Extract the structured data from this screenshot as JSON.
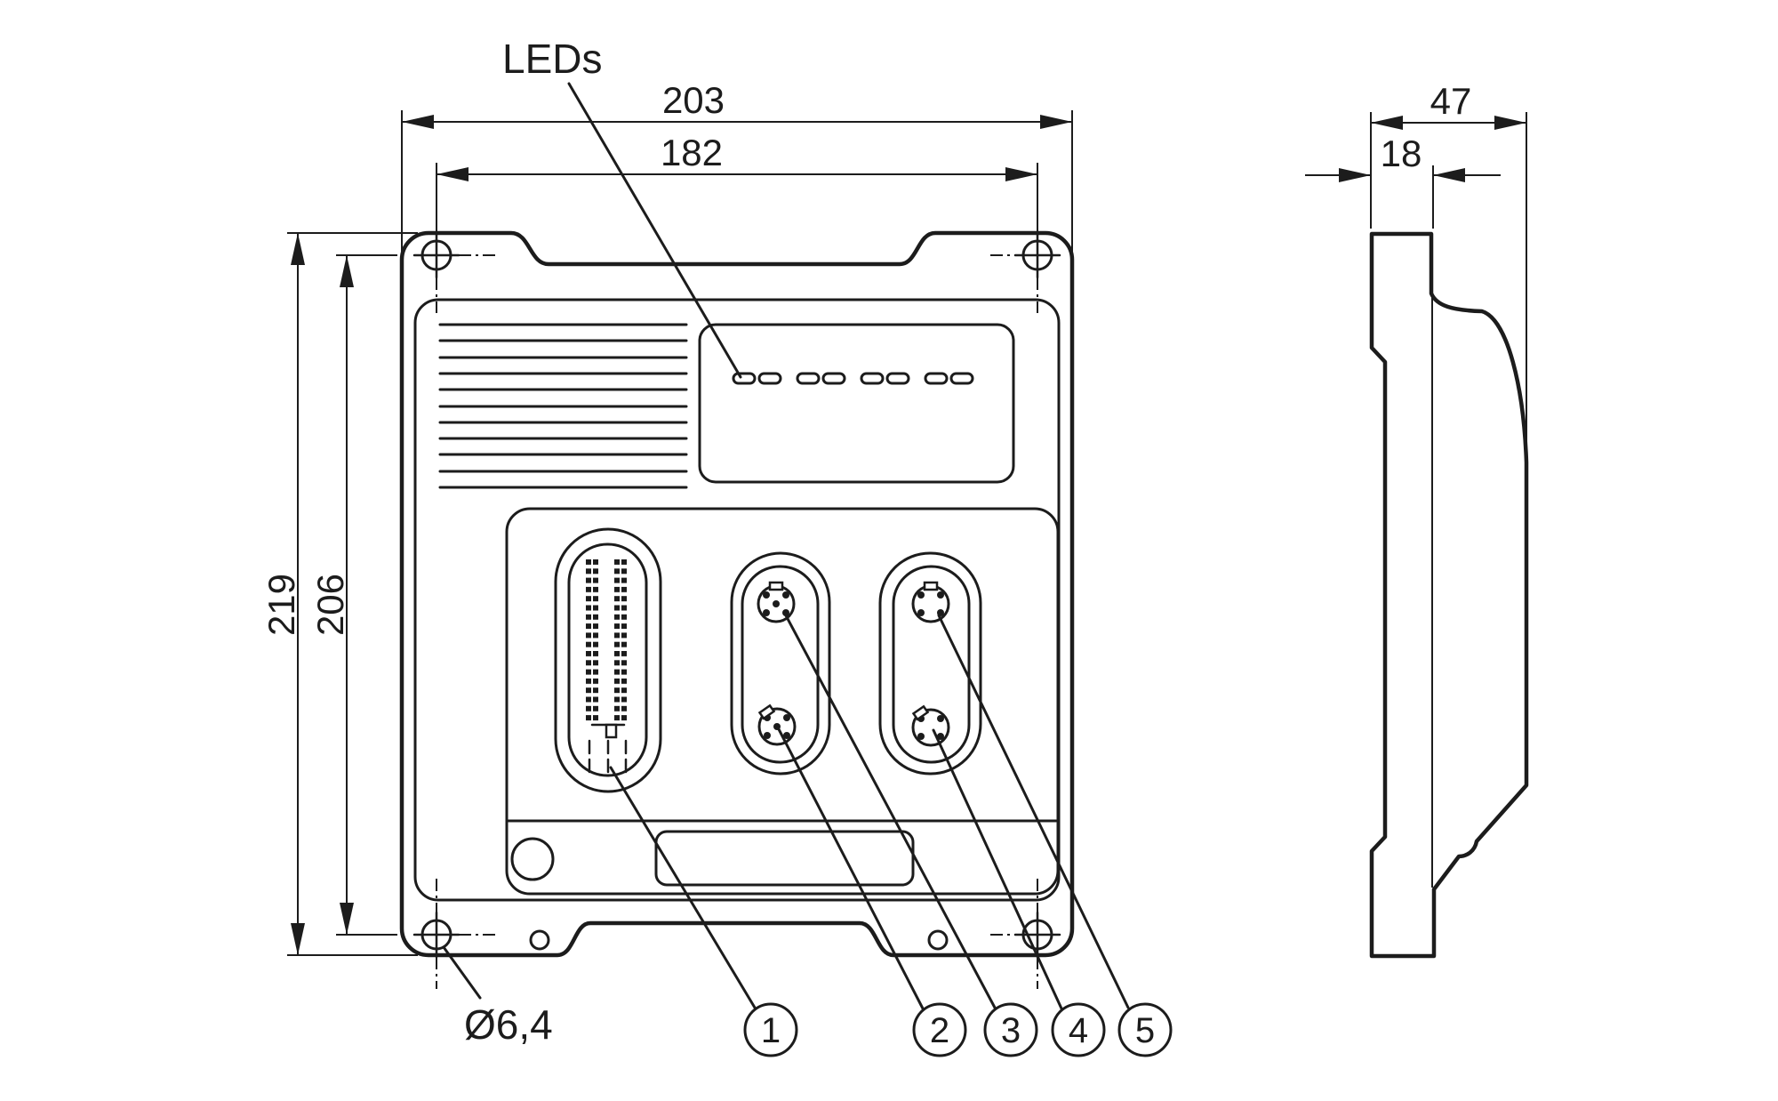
{
  "drawing": {
    "labels": {
      "leds": "LEDs",
      "mounting_hole_diameter": "Ø6,4"
    },
    "dimensions": {
      "front_width_overall": "203",
      "front_mounting_hole_spacing_x": "182",
      "front_height_overall": "219",
      "front_mounting_hole_spacing_y": "206",
      "side_depth_overall": "47",
      "side_mounting_plate_depth": "18"
    },
    "callouts": [
      {
        "number": "1"
      },
      {
        "number": "2"
      },
      {
        "number": "3"
      },
      {
        "number": "4"
      },
      {
        "number": "5"
      }
    ],
    "led_count": 8,
    "colors": {
      "line": "#1c1c1c",
      "background": "#ffffff"
    }
  }
}
